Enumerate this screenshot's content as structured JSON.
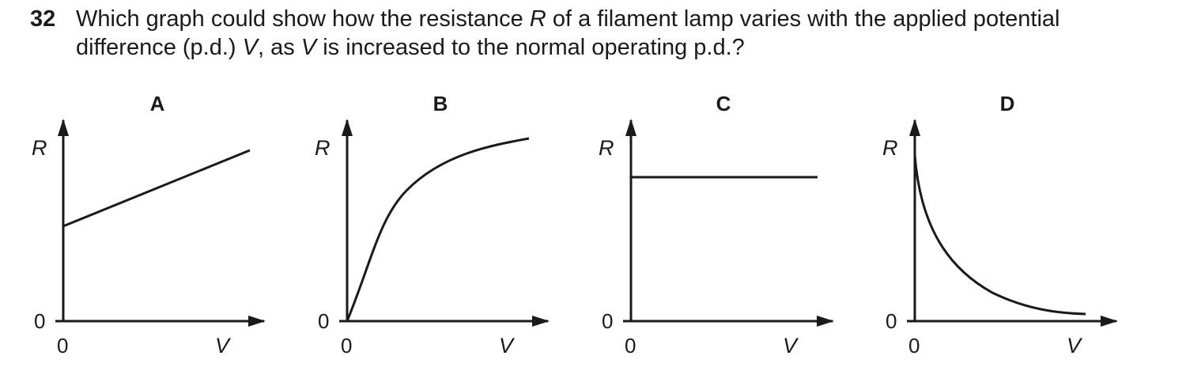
{
  "question": {
    "number": "32",
    "line1_pre": "Which graph could show how the resistance ",
    "var_R": "R",
    "line1_mid": " of a filament lamp varies with the applied potential",
    "line2_pre": "difference (p.d.) ",
    "var_V": "V",
    "line2_mid": ", as ",
    "var_V2": "V",
    "line2_post": " is increased to the normal operating p.d.?"
  },
  "graphs": [
    {
      "option": "A",
      "y_label": "R",
      "x_label": "V",
      "x_origin": "0",
      "y_origin": "0",
      "shape": "straight line with positive gradient and positive intercept"
    },
    {
      "option": "B",
      "y_label": "R",
      "x_label": "V",
      "x_origin": "0",
      "y_origin": "0",
      "shape": "curve from origin, increasing with decreasing gradient"
    },
    {
      "option": "C",
      "y_label": "R",
      "x_label": "V",
      "x_origin": "0",
      "y_origin": "0",
      "shape": "horizontal line (constant R)"
    },
    {
      "option": "D",
      "y_label": "R",
      "x_label": "V",
      "x_origin": "0",
      "y_origin": "0",
      "shape": "decreasing curve from high R approaching zero"
    }
  ]
}
